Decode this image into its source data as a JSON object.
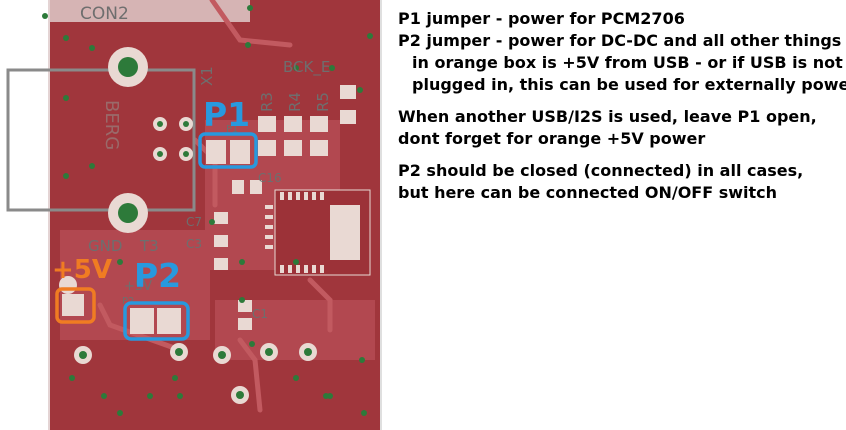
{
  "pcb": {
    "silk_labels": {
      "con2": "CON2",
      "bck": "BCK_E",
      "r3": "R3",
      "r4": "R4",
      "r5": "R5",
      "x1": "X1",
      "c16": "C16",
      "c3": "C3",
      "c7": "C7",
      "c1": "C1",
      "gnd": "GND",
      "t3": "T3",
      "plus5v_small": "+5V",
      "p1_small": "P1",
      "p2_small": "P2",
      "berg": "BERG"
    },
    "callouts": {
      "p1": "P1",
      "p2": "P2",
      "plus5v": "+5V"
    },
    "colors": {
      "board": "#a0363c",
      "copper": "#b24850",
      "pad": "#e9d9d3",
      "via": "#2d7a3a",
      "blue": "#2899de",
      "orange": "#f07c22"
    }
  },
  "notes": {
    "p1": "P1 jumper - power for PCM2706",
    "p2_line1": "P2 jumper - power for DC-DC and all other things",
    "p2_line2": "in orange box is +5V from USB - or if USB is not",
    "p2_line3": "plugged in, this can be used for externally power",
    "i2s_line1": "When another USB/I2S is used, leave P1 open,",
    "i2s_line2": "dont forget for orange +5V power",
    "closed_line1": "P2 should be closed (connected) in all cases,",
    "closed_line2": "but here can be connected ON/OFF switch"
  }
}
